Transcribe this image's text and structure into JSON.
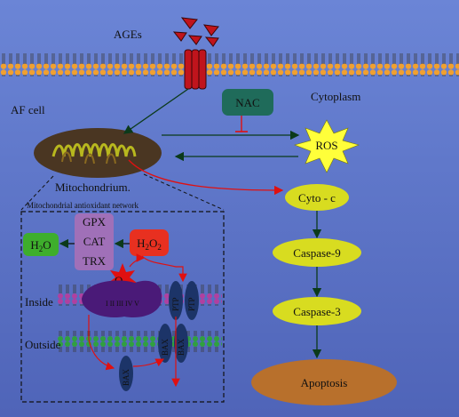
{
  "labels": {
    "ages": "AGEs",
    "af_cell": "AF cell",
    "cytoplasm": "Cytoplasm",
    "nac": "NAC",
    "ros": "ROS",
    "mitochondrium": "Mitochondrium.",
    "network": "Mitochondrial antioxidant network",
    "cyto_c": "Cyto - c",
    "caspase9": "Caspase-9",
    "caspase3": "Caspase-3",
    "apoptosis": "Apoptosis",
    "gpx": "GPX",
    "cat": "CAT",
    "trx": "TRX",
    "h2o": "H",
    "h2o_sub": "2",
    "h2o_tail": "O",
    "h2o2": "H",
    "h2o2_sub1": "2",
    "h2o2_mid": "O",
    "h2o2_sub2": "2",
    "o2": "O",
    "o2_sub": "2",
    "complexes": "I II III IV V",
    "ptp1": "PTP",
    "ptp2": "PTP",
    "bax1": "BAX",
    "bax2": "BAX",
    "bax3": "BAX",
    "inside": "Inside",
    "outside": "Outside"
  },
  "colors": {
    "background": "#5a72c8",
    "membrane": "#f0a030",
    "receptor": "#c0141c",
    "nac_box": "#1f6b5a",
    "ros_star": "#ffff3a",
    "node_fill": "#d8dc20",
    "apoptosis_fill": "#b8702c",
    "mito_outer": "#4a3622",
    "mito_inner": "#b8b81e",
    "enzyme_box": "#a070b8",
    "h2o_box": "#3eae2c",
    "h2o2_box": "#e83020",
    "o2_star": "#e01010",
    "complex_blob": "#4a1a78",
    "ptp_bax": "#1c3468",
    "outer_membrane": "#30a040",
    "inner_membrane": "#b040a0",
    "arrow_dark": "#0b3a1a",
    "arrow_red": "#e01010"
  }
}
